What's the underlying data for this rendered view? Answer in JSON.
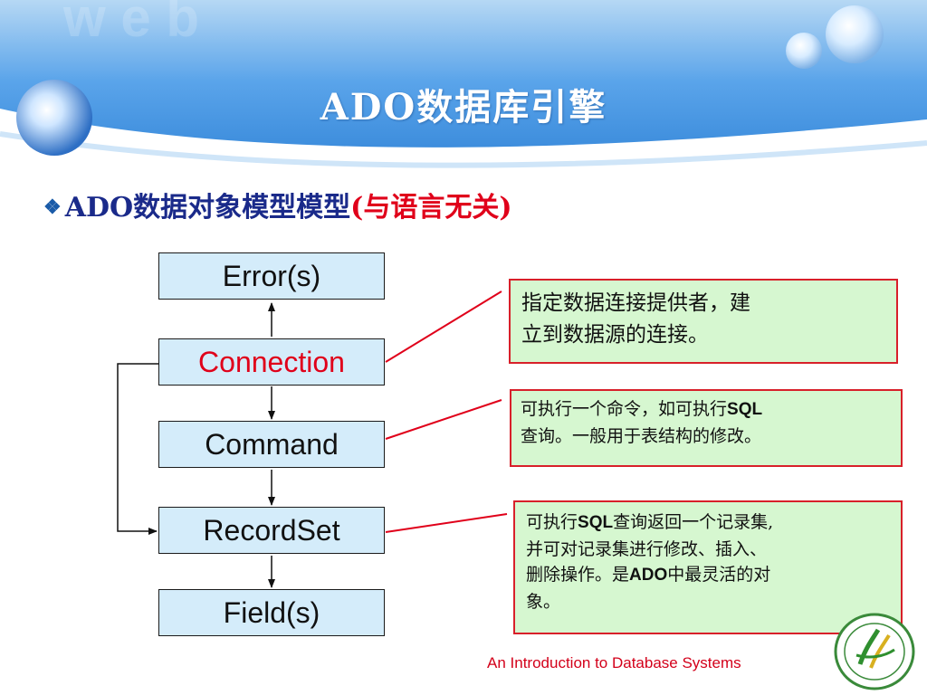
{
  "title": "ADO数据库引擎",
  "subtitle": {
    "bullet": "❖",
    "main": "ADO数据对象模型模型",
    "paren": "(与语言无关)"
  },
  "diagram": {
    "boxes": [
      "Error(s)",
      "Connection",
      "Command",
      "RecordSet",
      "Field(s)"
    ]
  },
  "notes": {
    "connection": [
      "指定数据连接提供者，建",
      "立到数据源的连接。"
    ],
    "command": {
      "l1_pre": "可执行一个命令，如可执行",
      "l1_bold": "SQL",
      "l2": "查询。一般用于表结构的修改。"
    },
    "recordset": {
      "l1_pre": "可执行",
      "l1_bold": "SQL",
      "l1_post": "查询返回一个记录集,",
      "l2": "并可对记录集进行修改、插入、",
      "l3_pre": "删除操作。是",
      "l3_bold": "ADO",
      "l3_post": "中最灵活的对",
      "l4": "象。"
    }
  },
  "footer": "An Introduction to Database Systems",
  "colors": {
    "banner": "#3d8fe0",
    "box_fill": "#d4ecfa",
    "note_fill": "#d6f7d0",
    "accent_red": "#e0001a",
    "subtitle_blue": "#1a2a8a"
  }
}
